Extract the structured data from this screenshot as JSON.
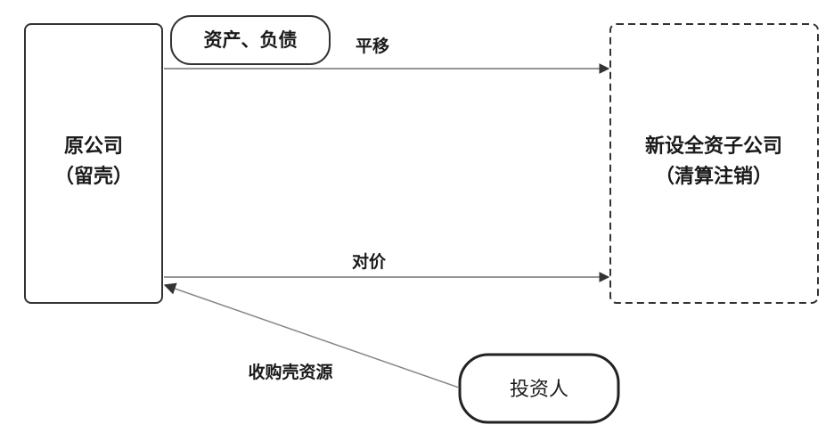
{
  "nodes": {
    "original_company": {
      "line1": "原公司",
      "line2": "（留壳）"
    },
    "new_subsidiary": {
      "line1": "新设全资子公司",
      "line2": "（清算注销）"
    },
    "investor": {
      "label": "投资人"
    },
    "assets_liabilities": {
      "label": "资产、负债"
    }
  },
  "edges": {
    "transfer": {
      "label": "平移"
    },
    "consideration": {
      "label": "对价"
    },
    "acquire_shell": {
      "label": "收购壳资源"
    }
  }
}
